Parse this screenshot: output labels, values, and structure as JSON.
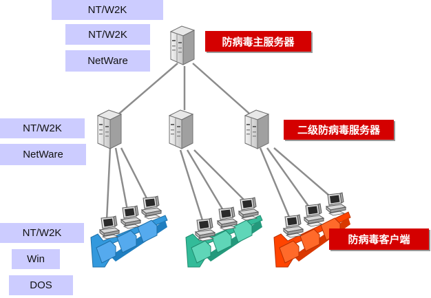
{
  "labels": {
    "top_os": [
      "NT/W2K",
      "NT/W2K",
      "NetWare"
    ],
    "mid_os": [
      "NT/W2K",
      "NetWare"
    ],
    "bottom_os": [
      "NT/W2K",
      "Win",
      "DOS"
    ],
    "main_server": "防病毒主服务器",
    "secondary_server": "二级防病毒服务器",
    "client": "防病毒客户端"
  },
  "colors": {
    "os_label_bg": "#ccccff",
    "red_label_bg": "#d40000",
    "line": "#8c8c8c",
    "group_blue": "#3399dd",
    "group_teal": "#33bb99",
    "group_orange": "#ff4400"
  },
  "icons": {
    "server": "server-tower-icon",
    "client": "workstation-computer-icon"
  }
}
